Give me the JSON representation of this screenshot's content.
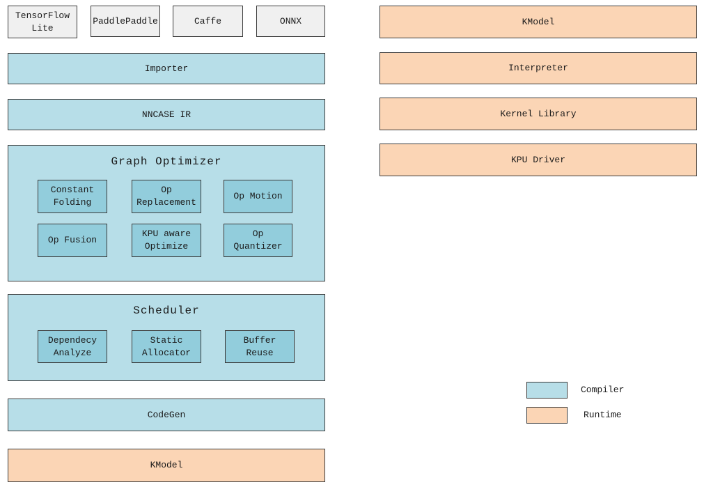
{
  "diagram": {
    "sources": [
      "TensorFlow Lite",
      "PaddlePaddle",
      "Caffe",
      "ONNX"
    ],
    "compiler_stack": {
      "importer": "Importer",
      "nncase_ir": "NNCASE IR",
      "graph_optimizer": {
        "title": "Graph Optimizer",
        "passes": [
          "Constant Folding",
          "Op Replacement",
          "Op Motion",
          "Op Fusion",
          "KPU aware Optimize",
          "Op Quantizer"
        ]
      },
      "scheduler": {
        "title": "Scheduler",
        "passes": [
          "Dependecy Analyze",
          "Static Allocator",
          "Buffer Reuse"
        ]
      },
      "codegen": "CodeGen",
      "kmodel": "KModel"
    },
    "runtime_stack": [
      "KModel",
      "Interpreter",
      "Kernel Library",
      "KPU Driver"
    ],
    "legend": {
      "compiler": "Compiler",
      "runtime": "Runtime"
    }
  },
  "colors": {
    "compiler_fill": "#b7dee8",
    "compiler_inner_fill": "#92cddc",
    "runtime_fill": "#fbd5b5",
    "source_fill": "#f0f0f0",
    "border": "#3a3a3a"
  }
}
